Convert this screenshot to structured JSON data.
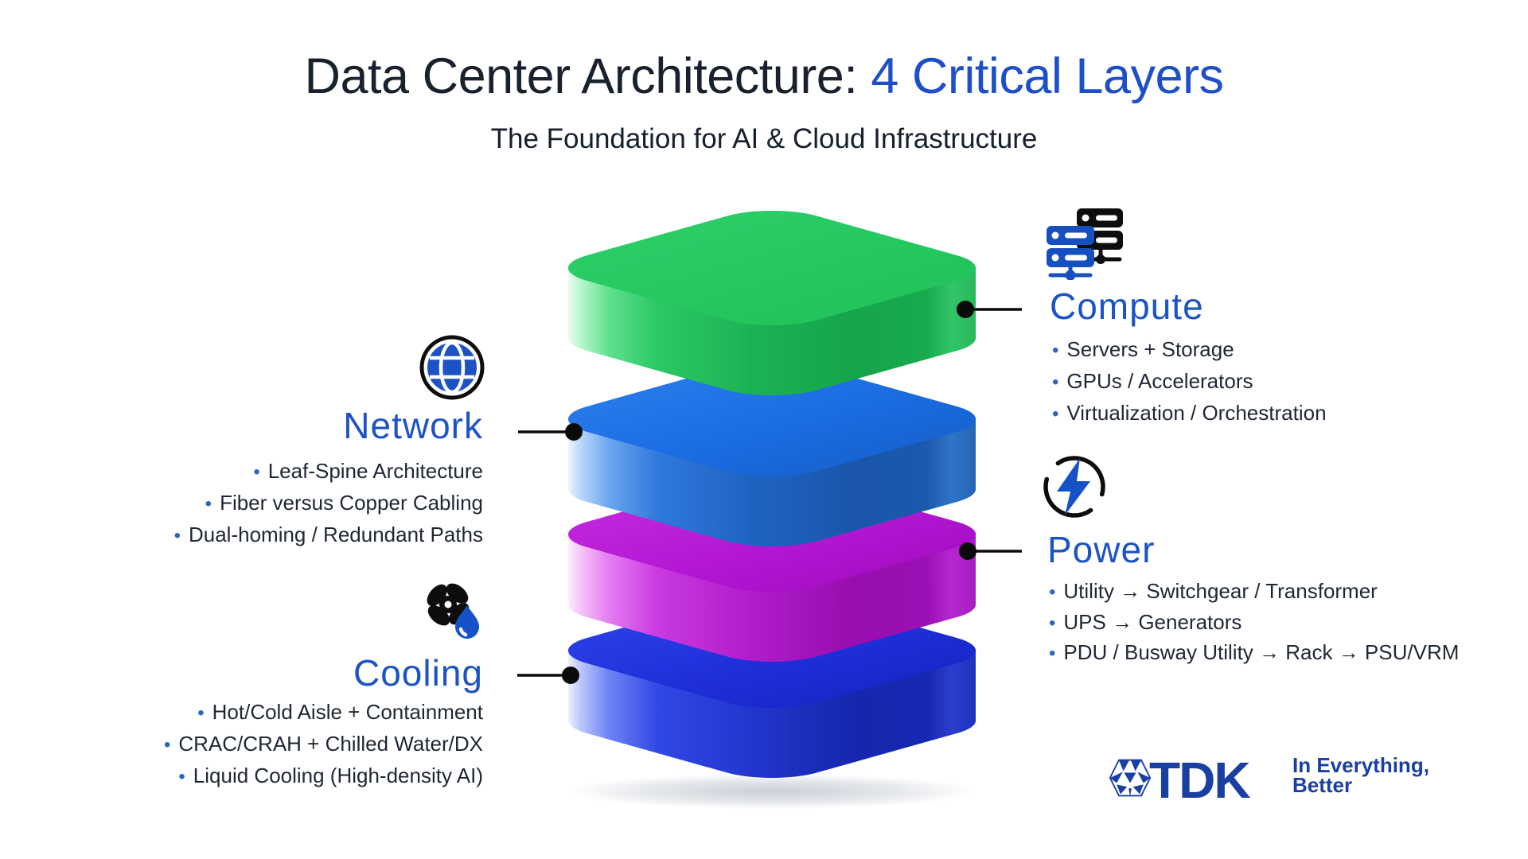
{
  "title": {
    "prefix": "Data Center Architecture: ",
    "highlight": "4 Critical Layers"
  },
  "subtitle": "The Foundation for AI & Cloud Infrastructure",
  "sections": {
    "compute": {
      "label": "Compute",
      "icon": "server-stack-icon",
      "bullets": [
        "Servers + Storage",
        "GPUs / Accelerators",
        "Virtualization / Orchestration"
      ]
    },
    "network": {
      "label": "Network",
      "icon": "globe-icon",
      "bullets": [
        "Leaf-Spine Architecture",
        "Fiber versus Copper Cabling",
        "Dual-homing / Redundant Paths"
      ]
    },
    "power": {
      "label": "Power",
      "icon": "power-bolt-icon",
      "bullets": [
        "Utility → Switchgear / Transformer",
        "UPS → Generators",
        "PDU / Busway Utility → Rack → PSU/VRM"
      ]
    },
    "cooling": {
      "label": "Cooling",
      "icon": "fan-droplet-icon",
      "bullets": [
        "Hot/Cold Aisle + Containment",
        "CRAC/CRAH + Chilled Water/DX",
        "Liquid Cooling (High-density AI)"
      ]
    }
  },
  "layers": [
    {
      "name": "Compute",
      "color": "#22c55e"
    },
    {
      "name": "Network",
      "color": "#1d6ae0"
    },
    {
      "name": "Power",
      "color": "#b517d5"
    },
    {
      "name": "Cooling",
      "color": "#1626d8"
    }
  ],
  "logo": {
    "brand": "TDK",
    "tagline_line1": "In Everything,",
    "tagline_line2": "Better",
    "color": "#1a3fa3"
  },
  "colors": {
    "heading_blue": "#1c53c6",
    "title_highlight": "#1d4fca",
    "text_dark": "#1f2733",
    "bullet_dot": "#2d64c8",
    "icon_blue": "#164fc0",
    "icon_black": "#0d0d0d"
  }
}
